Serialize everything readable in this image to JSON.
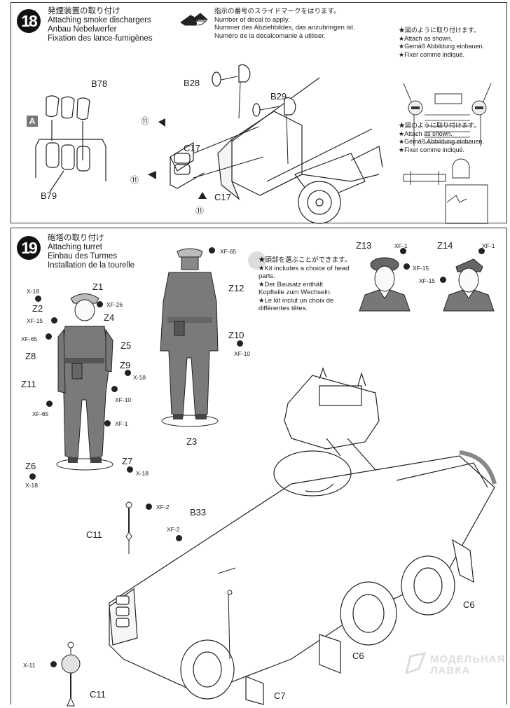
{
  "step18": {
    "number": "18",
    "title_ja": "発煙装置の取り付け",
    "title_en": "Attaching smoke dischargers",
    "title_de": "Anbau Nebelwerfer",
    "title_fr": "Fixation des lance-fumigènes",
    "decal_note": {
      "icon": "decal-arrow-icon",
      "ja": "指示の番号のスライドマークをはります。",
      "en": "Number of decal to apply.",
      "de": "Nummer des Abziehbildes, das anzubringen ist.",
      "fr": "Numéro de la décalcomanie à utiliser."
    },
    "attach_note_1": {
      "ja": "★図のように取り付けます。",
      "en": "★Attach as shown.",
      "de": "★Gemäß Abbildung einbauen.",
      "fr": "★Fixer comme indiqué."
    },
    "attach_note_2": {
      "ja": "★図のように取り付けます。",
      "en": "★Attach as shown.",
      "de": "★Gemäß Abbildung einbauen.",
      "fr": "★Fixer comme indiqué."
    },
    "subassembly_label": "A",
    "parts": [
      "B78",
      "B79",
      "B28",
      "B29",
      "C17",
      "C17"
    ],
    "decal_number": "⑪"
  },
  "step19": {
    "number": "19",
    "title_ja": "砲塔の取り付け",
    "title_en": "Attaching turret",
    "title_de": "Einbau des Turmes",
    "title_fr": "Installation de la tourelle",
    "head_note": {
      "ja": "★頭部を選ぶことができます。",
      "en_1": "★Kit includes a choice of head",
      "en_2": "parts.",
      "de_1": "★Der Bausatz enthält",
      "de_2": "Kopfteile zum Wechseln.",
      "fr_1": "★Le kit inclut un choix de",
      "fr_2": "différentes têtes."
    },
    "figure1": {
      "parts": {
        "z1": "Z1",
        "z2": "Z2",
        "z4": "Z4",
        "z5": "Z5",
        "z8": "Z8",
        "z9": "Z9",
        "z11": "Z11",
        "z6": "Z6",
        "z7": "Z7"
      },
      "paints": {
        "x18_top": "X-18",
        "xf26": "XF-26",
        "xf15": "XF-15",
        "xf65_a": "XF-65",
        "x18_z9": "X-18",
        "xf10": "XF-10",
        "xf65_b": "XF-65",
        "xf1": "XF-1",
        "x18_z6": "X-18",
        "x18_z7": "X-18"
      }
    },
    "figure2": {
      "parts": {
        "z12": "Z12",
        "z10": "Z10",
        "z3": "Z3"
      },
      "paints": {
        "xf65": "XF-65",
        "xf10": "XF-10"
      }
    },
    "heads": {
      "z13": {
        "label": "Z13",
        "paint_top": "XF-1",
        "paint_side": "XF-15"
      },
      "z14": {
        "label": "Z14",
        "paint_top": "XF-1",
        "paint_side": "XF-15"
      }
    },
    "vehicle": {
      "parts": {
        "c11_top": "C11",
        "b33": "B33",
        "c6_right": "C6",
        "c6_mid": "C6",
        "c11_bottom": "C11",
        "c7": "C7"
      },
      "paints": {
        "xf2_a": "XF-2",
        "xf2_b": "XF-2",
        "x11": "X-11"
      }
    }
  },
  "watermark": {
    "line1": "МОДЕЛЬНАЯ",
    "line2": "ЛАВКА"
  },
  "colors": {
    "ink": "#1a1a1a",
    "figure_gray": "#7a7a7a",
    "paint_dot": "#222222",
    "watermark": "#dddddd"
  }
}
